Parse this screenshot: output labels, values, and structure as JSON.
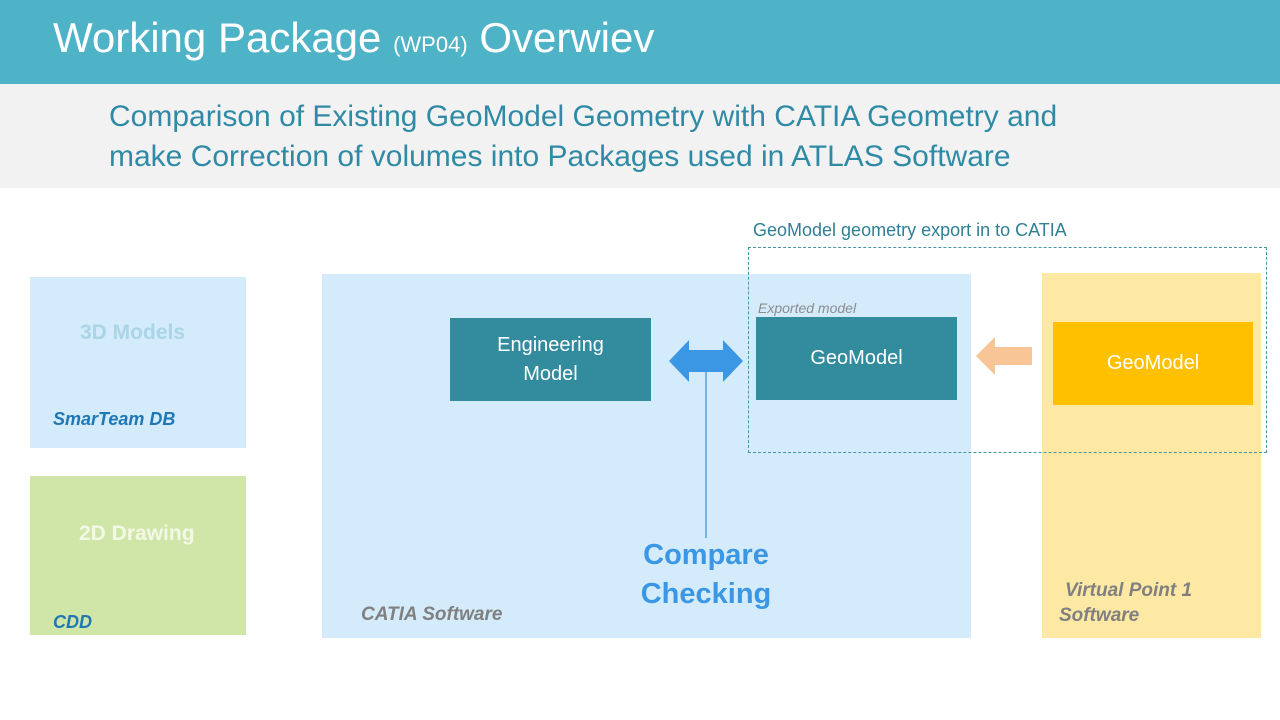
{
  "header": {
    "title_main": "Working Package",
    "title_code": "(WP04)",
    "title_end": "Overwiev"
  },
  "subtitle": {
    "line1": "Comparison of Existing GeoModel Geometry with CATIA Geometry and",
    "line2": "make Correction of volumes into Packages used in ATLAS Software"
  },
  "sources": {
    "models_3d": {
      "label": "3D Models",
      "db": "SmarTeam DB"
    },
    "drawing_2d": {
      "label": "2D Drawing",
      "db": "CDD"
    }
  },
  "catia": {
    "area_label": "CATIA Software",
    "engineering_model": "Engineering Model",
    "geomodel_export": "GeoModel",
    "exported_caption": "Exported model",
    "export_title": "GeoModel geometry export in to CATIA",
    "compare_line1": "Compare",
    "compare_line2": "Checking"
  },
  "virtual_point": {
    "geomodel": "GeoModel",
    "label_line1": "Virtual Point 1",
    "label_line2": "Software"
  },
  "colors": {
    "header": "#4fb3c8",
    "teal_box": "#338b9e",
    "catia_area": "#d3ebfb",
    "vp_area": "#fde8a4",
    "vp_box": "#ffc000",
    "arrow_double": "#3b97e4",
    "arrow_orange": "#f8c597"
  }
}
